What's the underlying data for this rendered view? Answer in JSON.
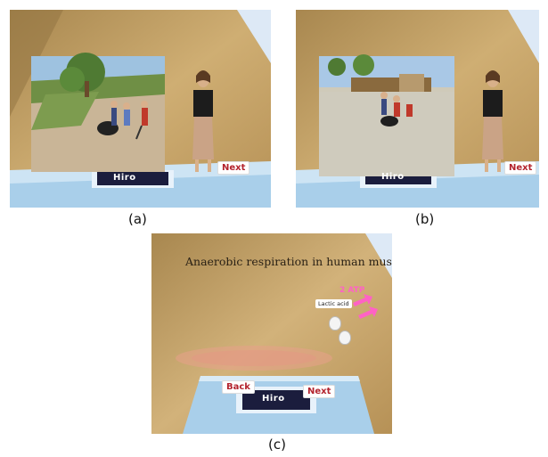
{
  "panels": {
    "a": {
      "caption": "(a)",
      "marker_label": "Hiro",
      "next_button": "Next"
    },
    "b": {
      "caption": "(b)",
      "marker_label": "Hiro",
      "next_button": "Next"
    },
    "c": {
      "caption": "(c)",
      "marker_label": "Hiro",
      "title": "Anaerobic respiration in human muscles",
      "atp_label": "2 ATP",
      "lactic_label": "Lactic acid",
      "back_button": "Back",
      "next_button": "Next"
    }
  },
  "colors": {
    "wall": "#c9a56a",
    "wall_dark": "#9a7a45",
    "sky": "#cfe0f3",
    "paper": "#a9cfea",
    "button_text": "#b3232d",
    "atp": "#ff62c5",
    "muscle": "#e8a08a"
  }
}
